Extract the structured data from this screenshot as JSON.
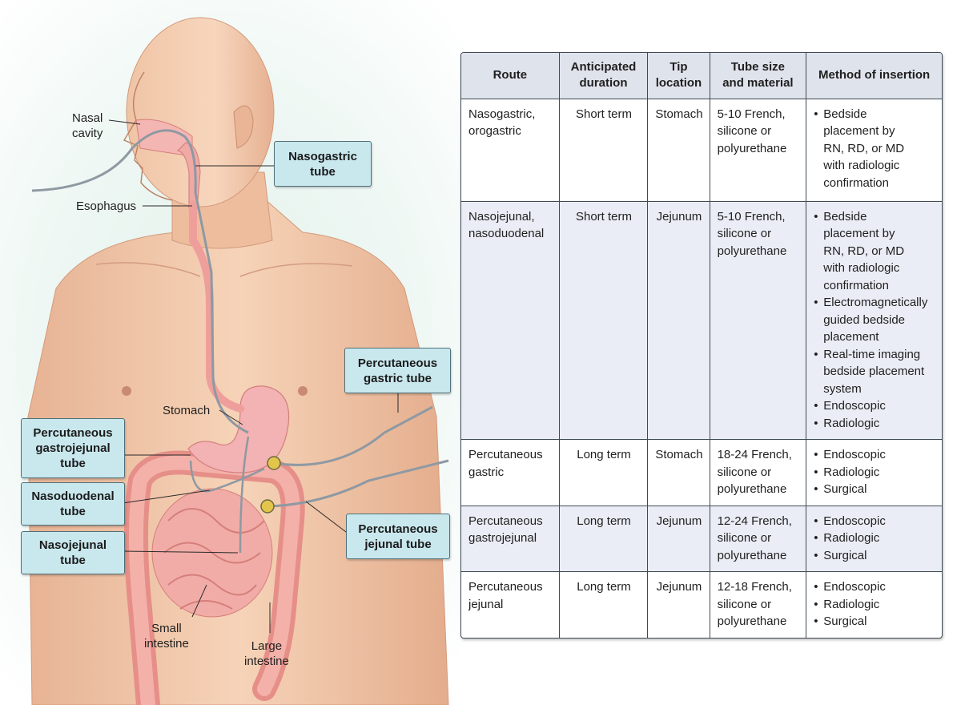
{
  "labels": {
    "nasal_cavity": "Nasal\ncavity",
    "esophagus": "Esophagus",
    "stomach": "Stomach",
    "small_intestine": "Small\nintestine",
    "large_intestine": "Large\nintestine"
  },
  "callouts": {
    "nasogastric": "Nasogastric\ntube",
    "percutaneous_gastric": "Percutaneous\ngastric tube",
    "percutaneous_gastrojejunal": "Percutaneous\ngastrojejunal\ntube",
    "nasoduodenal": "Nasoduodenal\ntube",
    "nasojejunal": "Nasojejunal\ntube",
    "percutaneous_jejunal": "Percutaneous\njejunal tube"
  },
  "table": {
    "headers": [
      "Route",
      "Anticipated\nduration",
      "Tip\nlocation",
      "Tube size\nand material",
      "Method of insertion"
    ],
    "rows": [
      {
        "route": "Nasogastric,\norogastric",
        "duration": "Short term",
        "tip": "Stomach",
        "size": "5-10 French,\nsilicone or\npolyurethane",
        "methods": [
          "Bedside\nplacement by\nRN, RD, or MD\nwith radiologic\nconfirmation"
        ]
      },
      {
        "route": "Nasojejunal,\nnasoduodenal",
        "duration": "Short term",
        "tip": "Jejunum",
        "size": "5-10 French,\nsilicone or\npolyurethane",
        "methods": [
          "Bedside\nplacement by\nRN, RD, or MD\nwith radiologic\nconfirmation",
          "Electromagnetically\nguided bedside\nplacement",
          "Real-time imaging\nbedside placement\nsystem",
          "Endoscopic",
          "Radiologic"
        ]
      },
      {
        "route": "Percutaneous\ngastric",
        "duration": "Long term",
        "tip": "Stomach",
        "size": "18-24 French,\nsilicone or\npolyurethane",
        "methods": [
          "Endoscopic",
          "Radiologic",
          "Surgical"
        ]
      },
      {
        "route": "Percutaneous\ngastrojejunal",
        "duration": "Long term",
        "tip": "Jejunum",
        "size": "12-24 French,\nsilicone or\npolyurethane",
        "methods": [
          "Endoscopic",
          "Radiologic",
          "Surgical"
        ]
      },
      {
        "route": "Percutaneous\njejunal",
        "duration": "Long term",
        "tip": "Jejunum",
        "size": "12-18 French,\nsilicone or\npolyurethane",
        "methods": [
          "Endoscopic",
          "Radiologic",
          "Surgical"
        ]
      }
    ]
  },
  "colors": {
    "skin": "#f2c7a8",
    "skin_shadow": "#e3a888",
    "organ": "#efa6a3",
    "tube": "#8e99a3",
    "callout_fill": "#c9e8ee",
    "header_fill": "#dfe3ec",
    "alt_row": "#eaedf5"
  }
}
